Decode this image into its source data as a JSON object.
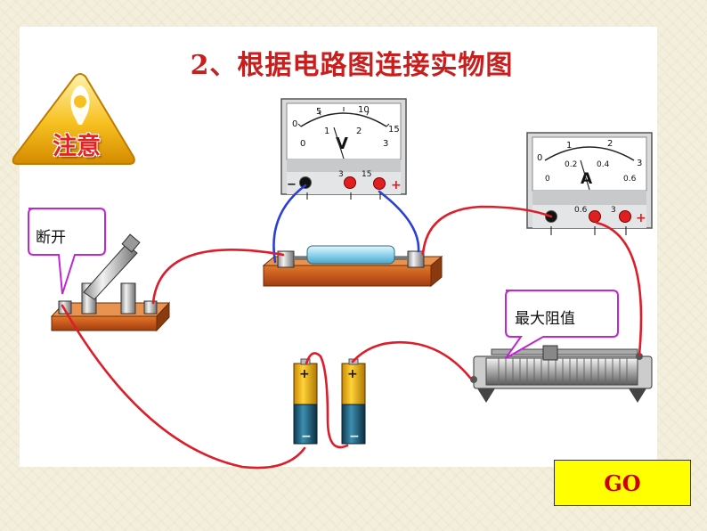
{
  "title": "2、根据电路图连接实物图",
  "warning_label": "注意",
  "switch_callout": "断开",
  "rheostat_callout": "最大阻值",
  "go_button": "GO",
  "voltmeter": {
    "unit": "V",
    "upper_scale": [
      "0",
      "5",
      "10",
      "15"
    ],
    "lower_scale": [
      "0",
      "1",
      "2",
      "3"
    ],
    "terminals": [
      "−",
      "3",
      "15",
      "+"
    ]
  },
  "ammeter": {
    "unit": "A",
    "upper_scale": [
      "0",
      "1",
      "2",
      "3"
    ],
    "lower_scale": [
      "0",
      "0.2",
      "0.4",
      "0.6"
    ],
    "terminals": [
      "0.6",
      "3",
      "+"
    ]
  },
  "colors": {
    "wire_red": "#dd1e2a",
    "wire_blue": "#2b3fd6",
    "title_red": "#c81e1e",
    "go_yellow": "#ffff00",
    "callout_border": "#c026d3"
  }
}
